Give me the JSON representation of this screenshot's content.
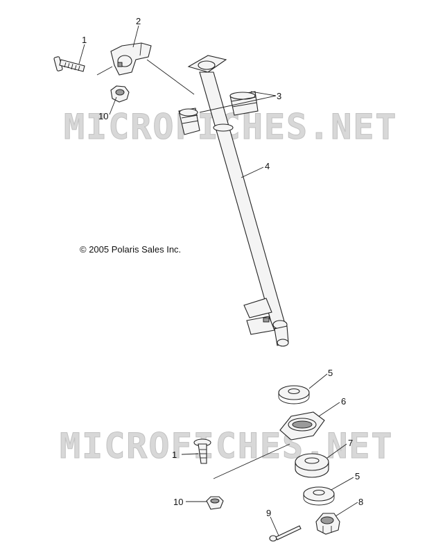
{
  "watermark": "MICROFICHES.NET",
  "copyright": "© 2005 Polaris Sales Inc.",
  "callouts": [
    {
      "id": "c1a",
      "label": "1"
    },
    {
      "id": "c2",
      "label": "2"
    },
    {
      "id": "c3",
      "label": "3"
    },
    {
      "id": "c10a",
      "label": "10"
    },
    {
      "id": "c4",
      "label": "4"
    },
    {
      "id": "c5a",
      "label": "5"
    },
    {
      "id": "c6",
      "label": "6"
    },
    {
      "id": "c1b",
      "label": "1"
    },
    {
      "id": "c7",
      "label": "7"
    },
    {
      "id": "c5b",
      "label": "5"
    },
    {
      "id": "c10b",
      "label": "10"
    },
    {
      "id": "c9",
      "label": "9"
    },
    {
      "id": "c8",
      "label": "8"
    }
  ]
}
